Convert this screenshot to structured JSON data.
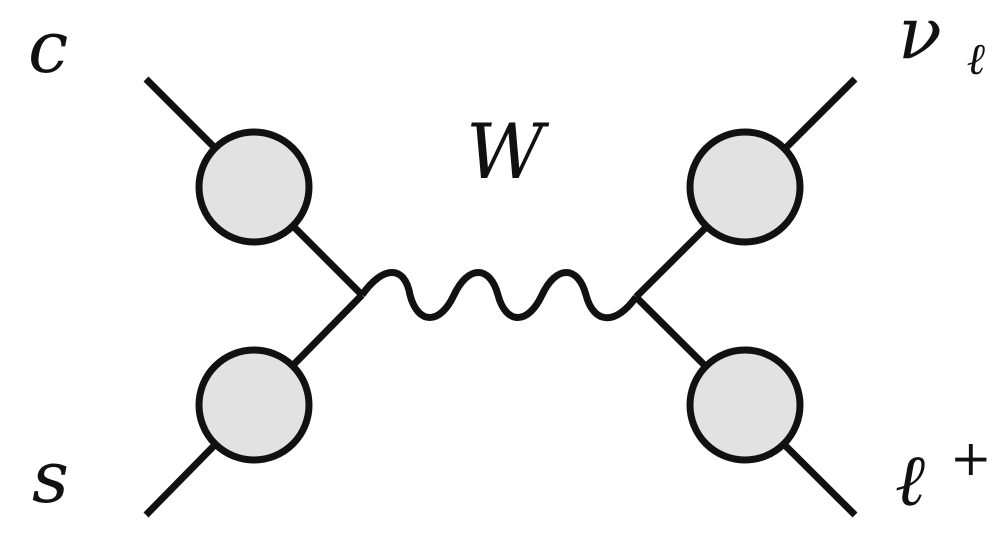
{
  "labels": {
    "quark_top": "c",
    "quark_bottom": "s",
    "boson": "W",
    "neutrino_symbol": "ν",
    "neutrino_subscript": "ℓ",
    "lepton_symbol": "ℓ",
    "lepton_superscript": "+"
  },
  "colors": {
    "line": "#111111",
    "vertex_fill": "#e2e2e2",
    "background": "#ffffff"
  }
}
